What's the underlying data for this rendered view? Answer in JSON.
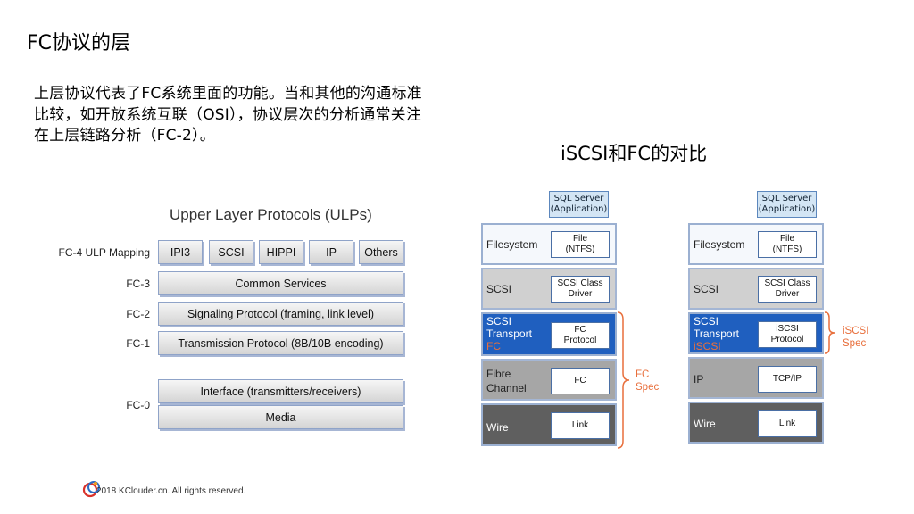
{
  "page_title": "FC协议的层",
  "description": "上层协议代表了FC系统里面的功能。当和其他的沟通标准比较，如开放系统互联（OSI），协议层次的分析通常关注在上层链路分析（FC-2）。",
  "comparison_title": "iSCSI和FC的对比",
  "fc_layers": {
    "title": "Upper Layer Protocols (ULPs)",
    "labels": {
      "fc4": "FC-4 ULP Mapping",
      "fc3": "FC-3",
      "fc2": "FC-2",
      "fc1": "FC-1",
      "fc0": "FC-0"
    },
    "ulps": [
      "IPI3",
      "SCSI",
      "HIPPI",
      "IP",
      "Others"
    ],
    "common_services": "Common Services",
    "signaling": "Signaling Protocol (framing, link level)",
    "transmission": "Transmission Protocol (8B/10B encoding)",
    "interface": "Interface (transmitters/receivers)",
    "media": "Media"
  },
  "fc_stack": {
    "app": "SQL Server\n(Application)",
    "rows": {
      "filesystem": {
        "label": "Filesystem",
        "box": "File\n(NTFS)"
      },
      "scsi": {
        "label": "SCSI",
        "box": "SCSI Class\nDriver"
      },
      "transport": {
        "label_line1": "SCSI",
        "label_line2": "Transport",
        "label_line3": "FC",
        "box": "FC\nProtocol"
      },
      "channel": {
        "label_line1": "Fibre",
        "label_line2": "Channel",
        "box": "FC"
      },
      "wire": {
        "label": "Wire",
        "box": "Link"
      }
    },
    "spec_line1": "FC",
    "spec_line2": "Spec"
  },
  "iscsi_stack": {
    "app": "SQL Server\n(Application)",
    "rows": {
      "filesystem": {
        "label": "Filesystem",
        "box": "File\n(NTFS)"
      },
      "scsi": {
        "label": "SCSI",
        "box": "SCSI Class\nDriver"
      },
      "transport": {
        "label_line1": "SCSI",
        "label_line2": "Transport",
        "label_line3": "iSCSI",
        "box": "iSCSI\nProtocol"
      },
      "ip": {
        "label": "IP",
        "box": "TCP/IP"
      },
      "wire": {
        "label": "Wire",
        "box": "Link"
      }
    },
    "spec_line1": "iSCSI",
    "spec_line2": "Spec"
  },
  "footer": "2018 KClouder.cn. All rights reserved.",
  "colors": {
    "transport_blue": "#1f5fbf",
    "spec_orange": "#e86f3c",
    "app_fill": "#d3e5f4"
  }
}
